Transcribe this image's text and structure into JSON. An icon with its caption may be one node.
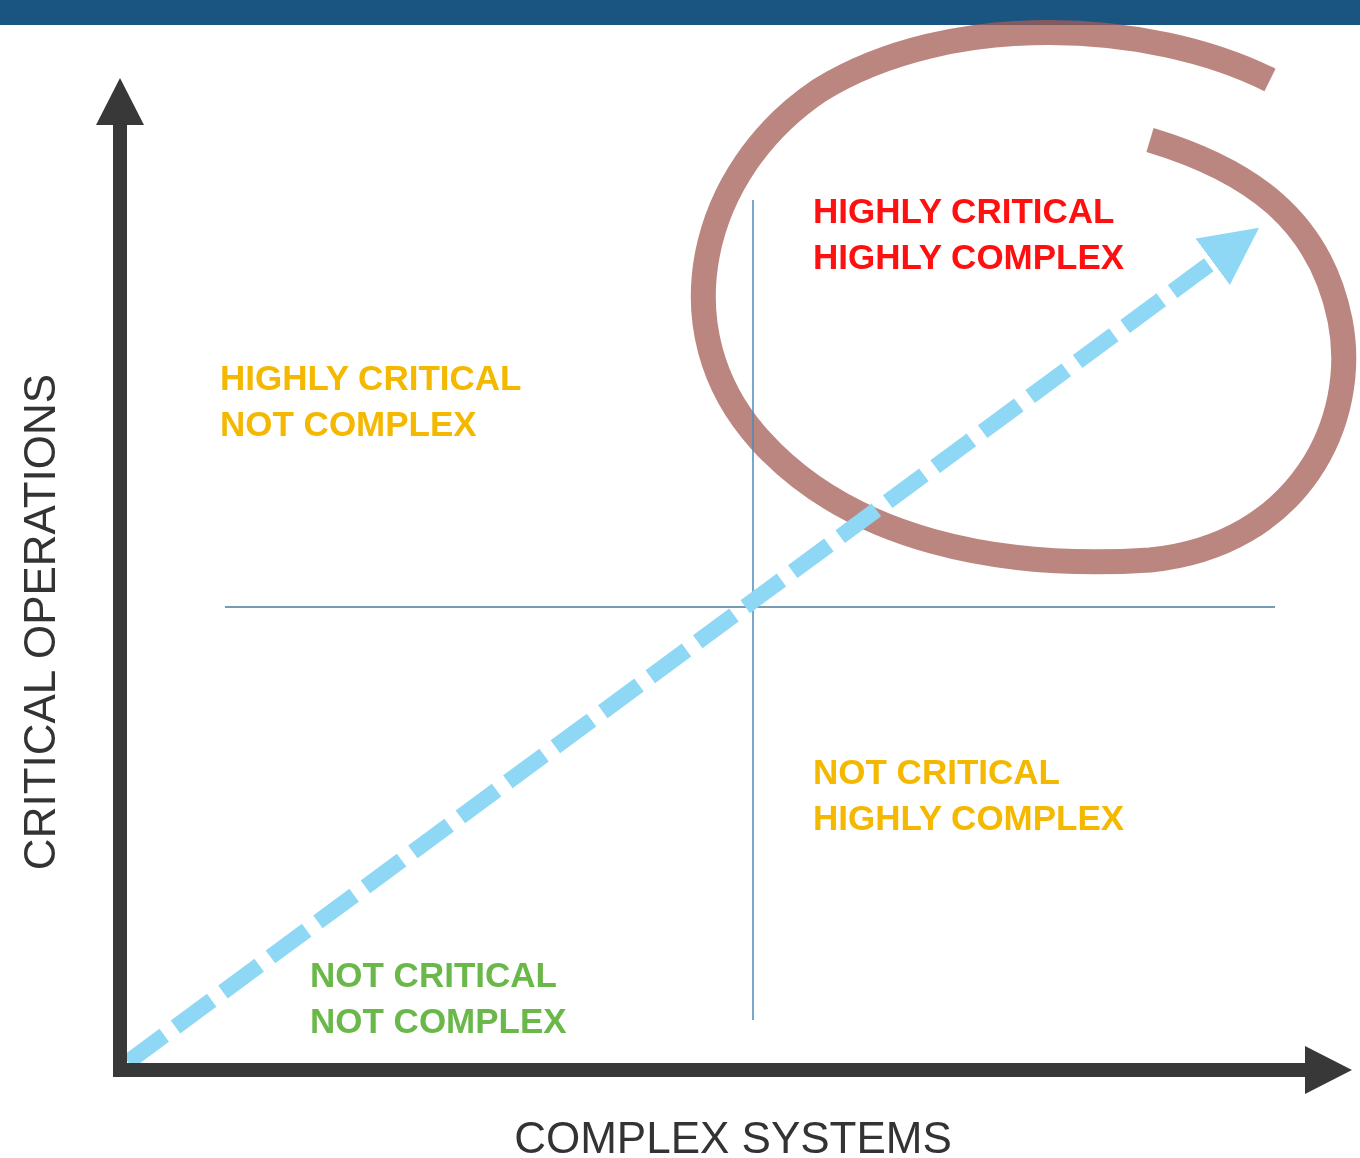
{
  "diagram": {
    "labels": [
      "HIGHLY CRITICAL HIGHLY COMPLEX",
      "HIGHLY CRITICAL NOT COMPLEX",
      "NOT CRITICAL HIGHLY COMPLEX",
      "NOT CRITICAL NOT COMPLEX",
      "CRITICAL OPERATIONS",
      "COMPLEX SYSTEMS"
    ]
  }
}
